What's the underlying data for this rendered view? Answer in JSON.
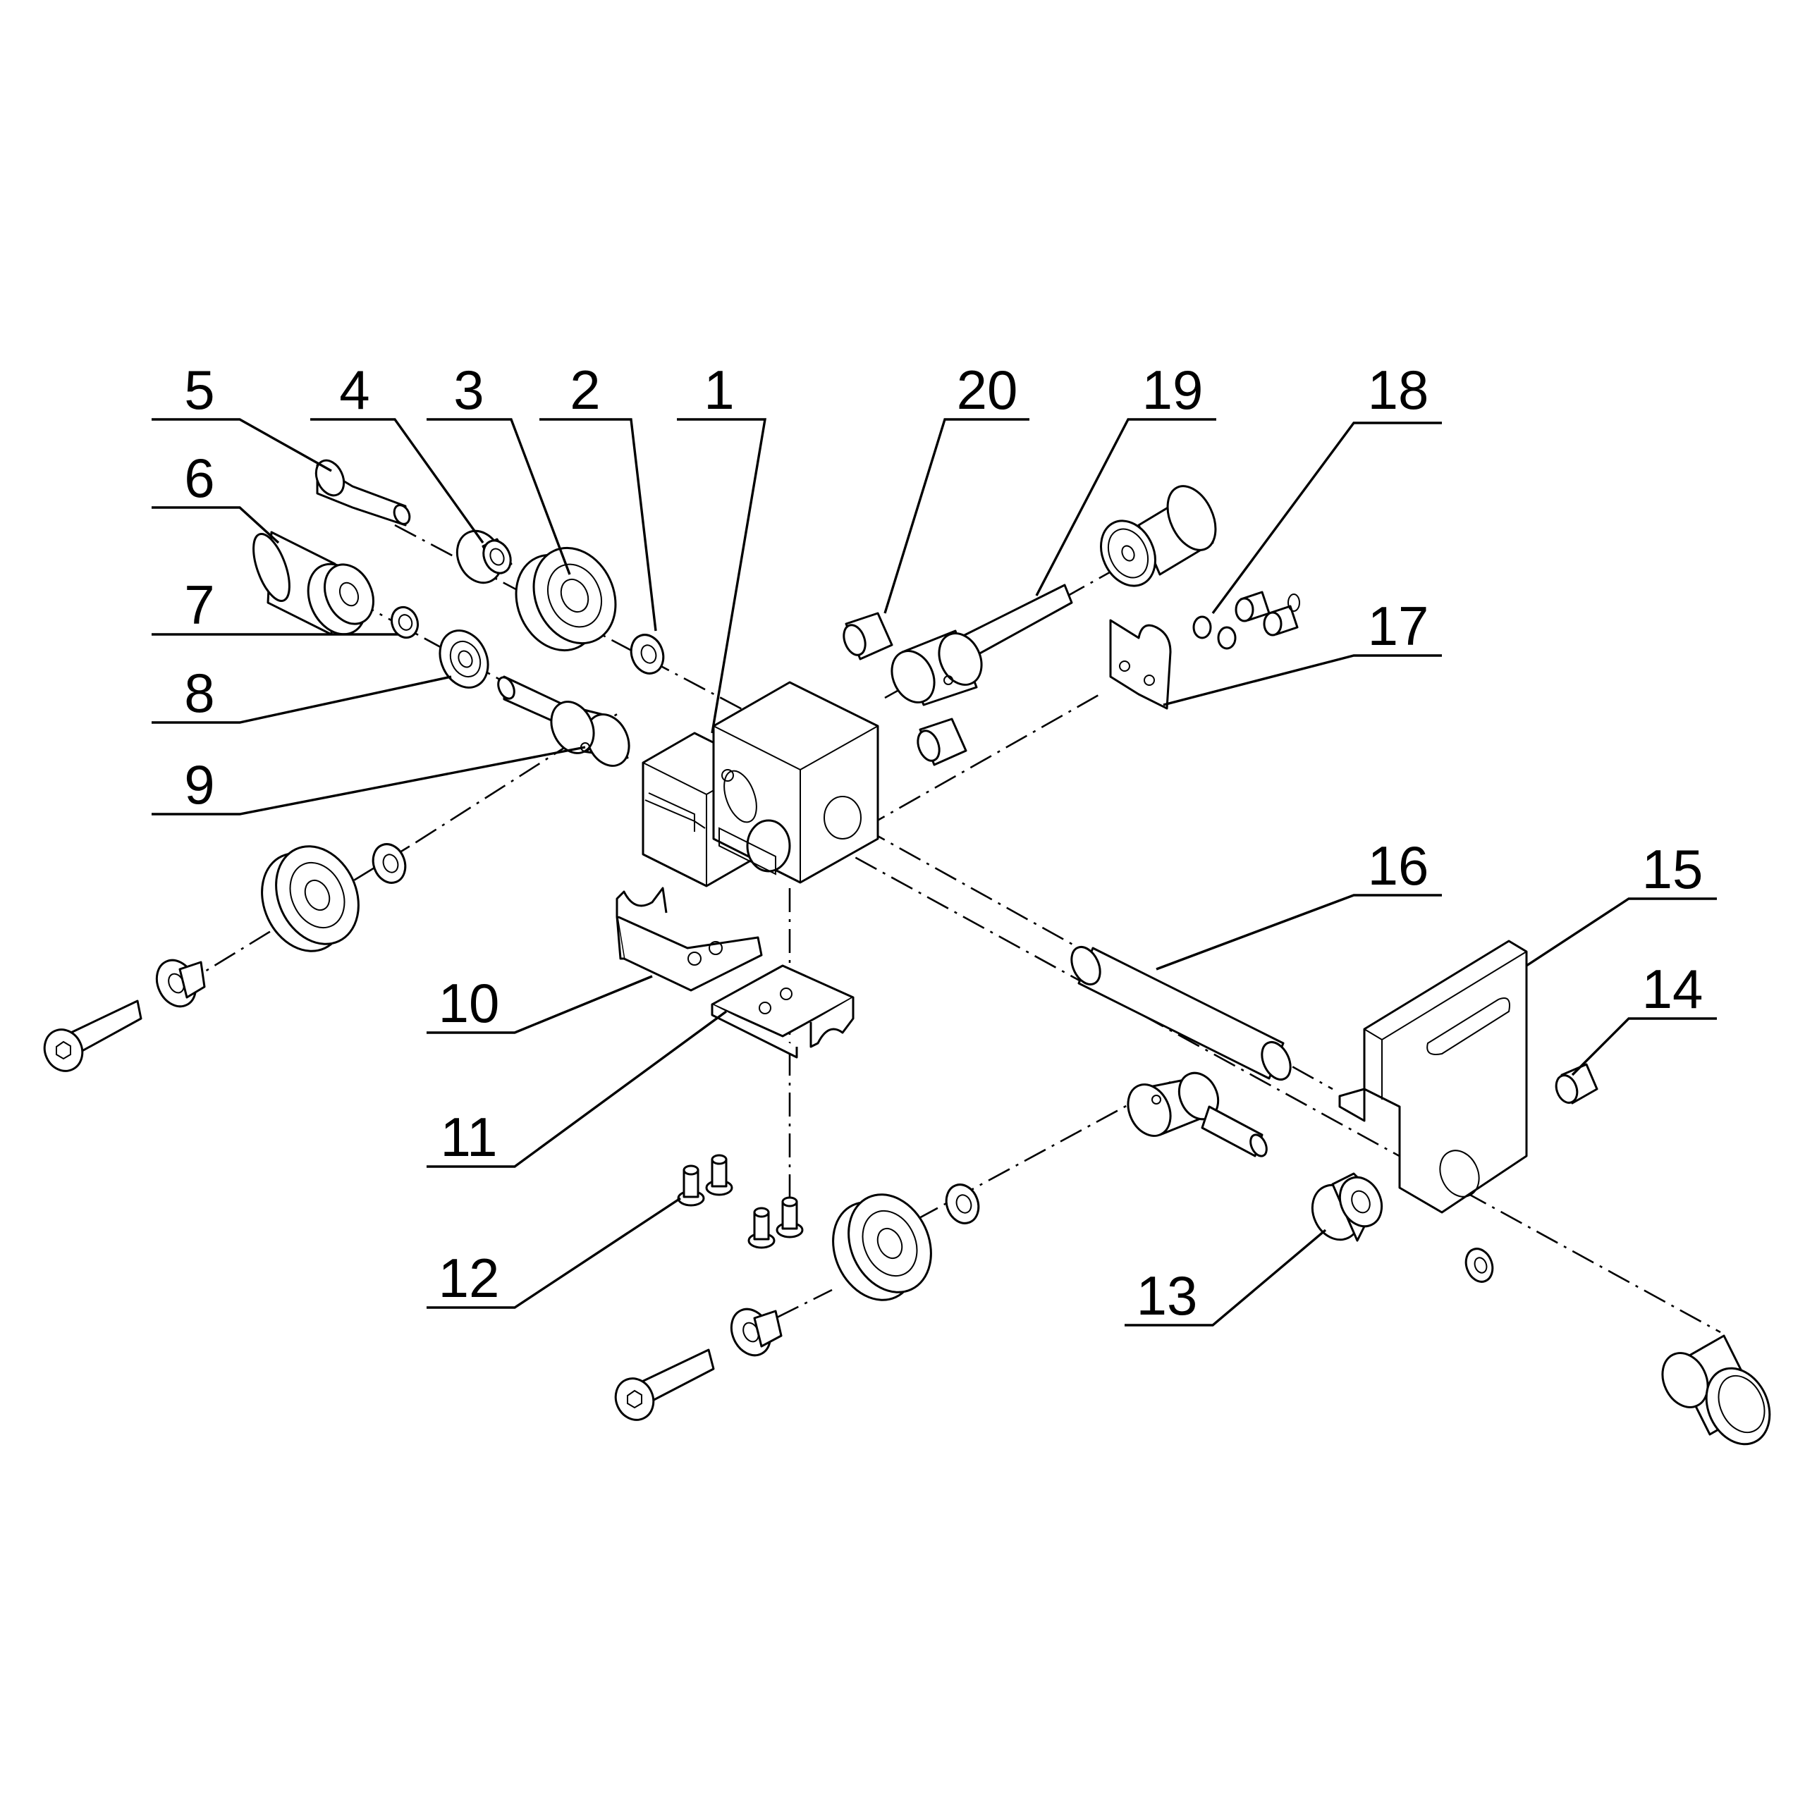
{
  "diagram": {
    "callouts": [
      "1",
      "2",
      "3",
      "4",
      "5",
      "6",
      "7",
      "8",
      "9",
      "10",
      "11",
      "12",
      "13",
      "14",
      "15",
      "16",
      "17",
      "18",
      "19",
      "20"
    ]
  }
}
